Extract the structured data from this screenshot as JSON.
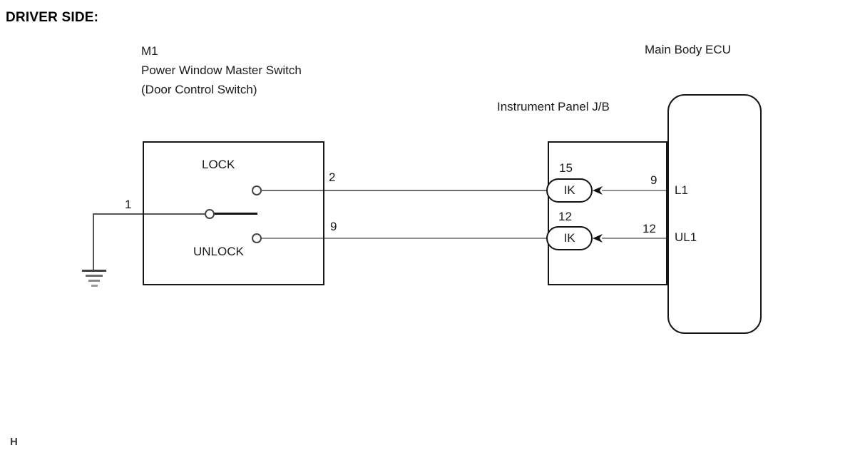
{
  "page": {
    "title": "DRIVER SIDE:",
    "footer_mark": "H"
  },
  "master_switch": {
    "code": "M1",
    "name": "Power Window Master Switch",
    "subname": "(Door Control Switch)",
    "lock_label": "LOCK",
    "unlock_label": "UNLOCK",
    "pin_ground": "1",
    "pin_lock": "2",
    "pin_unlock": "9"
  },
  "junction_block": {
    "name": "Instrument Panel J/B",
    "connector_lock": {
      "pin": "15",
      "label": "IK"
    },
    "connector_unlock": {
      "pin": "12",
      "label": "IK"
    }
  },
  "ecu": {
    "name": "Main Body ECU",
    "lock_pin": {
      "pin": "9",
      "terminal": "L1"
    },
    "unlock_pin": {
      "pin": "12",
      "terminal": "UL1"
    }
  },
  "colors": {
    "line": "#161616",
    "wire": "#6e6e6e",
    "wire_dark": "#555555",
    "wire_light": "#8f8f8f",
    "background": "#ffffff",
    "text": "#1a1a1a"
  }
}
